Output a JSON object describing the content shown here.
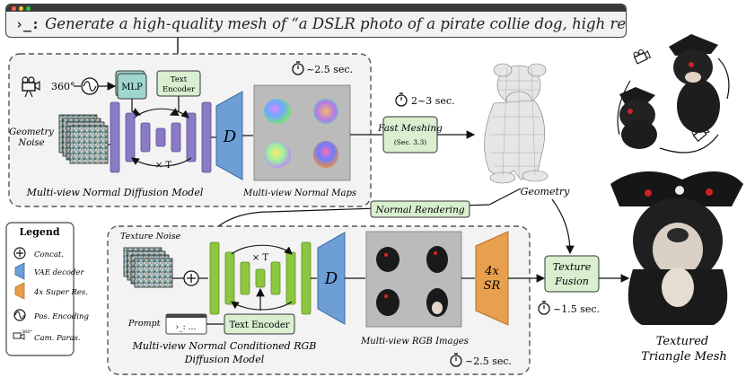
{
  "prompt": {
    "symbol": "›_:",
    "text": "Generate a high-quality mesh of “a DSLR photo of a pirate collie dog, high resolution”."
  },
  "stage1": {
    "angle": "360°",
    "mlp": "MLP",
    "text_encoder": [
      "Text",
      "Encoder"
    ],
    "geometry_noise": [
      "Geometry",
      "Noise"
    ],
    "times_t": "× T",
    "decoder": "D",
    "time": "~2.5 sec.",
    "model_label": "Multi-view Normal Diffusion Model",
    "maps_label": "Multi-view Normal Maps"
  },
  "meshing": {
    "time": "2~3 sec.",
    "title": "Fast Meshing",
    "sub": "(Sec. 3.3)",
    "geometry_label": "Geometry",
    "normal_rendering": "Normal Rendering"
  },
  "legend": {
    "title": "Legend",
    "items": [
      "Concat.",
      "VAE decoder",
      "4x Super Res.",
      "Pos. Encoding",
      "Cam. Paras."
    ],
    "cam_angle": "360°"
  },
  "stage2": {
    "texture_noise": "Texture Noise",
    "times_t": "× T",
    "decoder": "D",
    "prompt_label": "Prompt",
    "prompt_box": "›_: …",
    "text_encoder": "Text Encoder",
    "model_label": [
      "Multi-view Normal Conditioned RGB",
      "Diffusion Model"
    ],
    "images_label": "Multi-view RGB Images",
    "sr": [
      "4x",
      "SR"
    ],
    "time": "~2.5 sec."
  },
  "fusion": {
    "title": [
      "Texture",
      "Fusion"
    ],
    "time": "~1.5 sec."
  },
  "output": {
    "label": [
      "Textured",
      "Triangle Mesh"
    ]
  },
  "colors": {
    "purple": "#8a7bc4",
    "green": "#8dc63f",
    "blue": "#6d9fd6",
    "orange": "#e9a04e",
    "teal_box": "#9fd6cf",
    "mint_box": "#d8efd0"
  }
}
